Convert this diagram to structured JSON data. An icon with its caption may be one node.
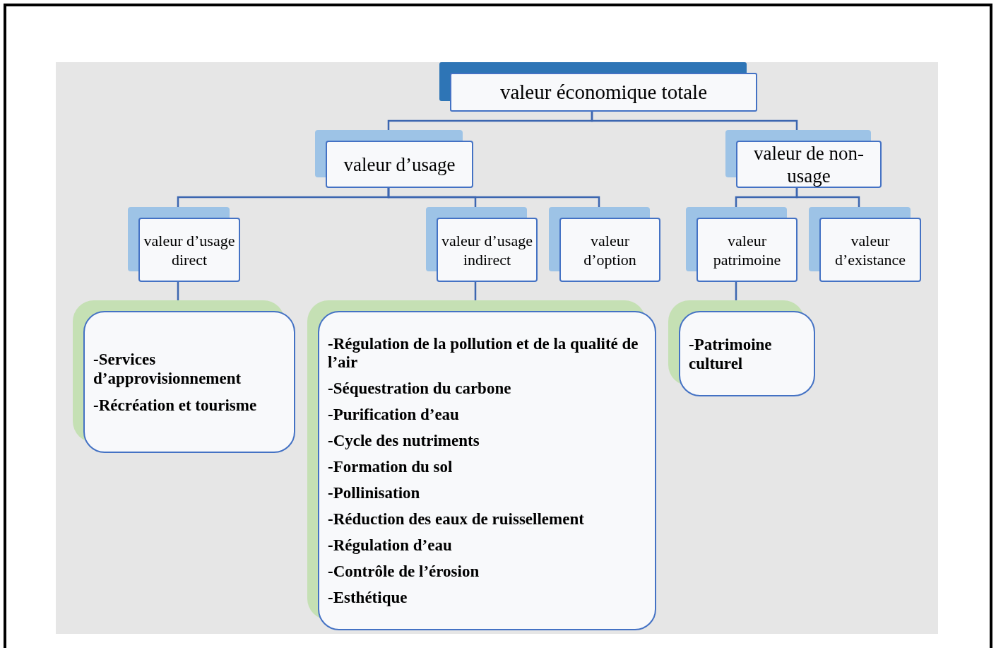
{
  "diagram": {
    "nodes": [
      {
        "text": [
          "valeur économique totale"
        ]
      },
      {
        "text": [
          "valeur d’usage"
        ]
      },
      {
        "text": [
          "valeur de non-usage"
        ]
      },
      {
        "text": [
          "valeur d’usage direct"
        ]
      },
      {
        "text": [
          "valeur d’usage indirect"
        ]
      },
      {
        "text": [
          "valeur d’option"
        ]
      },
      {
        "text": [
          "valeur patrimoine"
        ]
      },
      {
        "text": [
          "valeur d’existance"
        ]
      },
      {
        "text": [
          "-Services d’approvisionnement",
          "-Récréation et tourisme"
        ]
      },
      {
        "text": [
          "-Régulation de la pollution et de la qualité de l’air",
          "-Séquestration du carbone",
          "-Purification d’eau",
          "-Cycle des nutriments",
          "-Formation du sol",
          "-Pollinisation",
          "-Réduction des eaux de ruissellement",
          "-Régulation d’eau",
          "-Contrôle de l’érosion",
          "-Esthétique"
        ]
      },
      {
        "text": [
          "-Patrimoine culturel"
        ]
      }
    ],
    "edges": [
      {
        "from": 0,
        "to": 1,
        "arrow": "none"
      },
      {
        "from": 0,
        "to": 2,
        "arrow": "none"
      },
      {
        "from": 1,
        "to": 3,
        "arrow": "none"
      },
      {
        "from": 1,
        "to": 4,
        "arrow": "none"
      },
      {
        "from": 1,
        "to": 5,
        "arrow": "none"
      },
      {
        "from": 2,
        "to": 6,
        "arrow": "none"
      },
      {
        "from": 2,
        "to": 7,
        "arrow": "none"
      },
      {
        "from": 3,
        "to": 8,
        "arrow": "none"
      },
      {
        "from": 4,
        "to": 9,
        "arrow": "none"
      },
      {
        "from": 6,
        "to": 10,
        "arrow": "none"
      }
    ]
  }
}
